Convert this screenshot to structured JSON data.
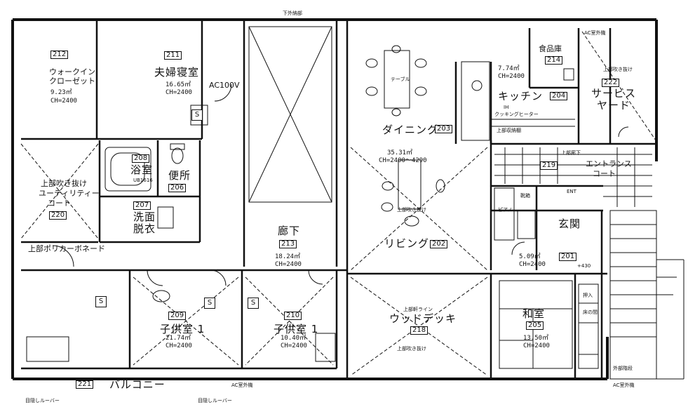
{
  "labels": {
    "top_wall": "下外納部",
    "r212_num": "212",
    "r212_name_1": "ウォークイン",
    "r212_name_2": "クローゼット",
    "r212_area": "9.23㎡",
    "r212_ch": "CH=2400",
    "r211_num": "211",
    "r211_name": "夫婦寝室",
    "r211_area": "16.65㎡",
    "r211_ch": "CH=2400",
    "ac_100v": "AC100V",
    "r208_num": "208",
    "r208_name": "浴室",
    "r208_sub": "UB1616",
    "r206_name": "便所",
    "r206_num": "206",
    "r220_name_1": "上部吹き抜け",
    "r220_name_2": "ユーティリティー",
    "r220_name_3": "コート",
    "r220_num": "220",
    "r207_num": "207",
    "r207_name_1": "洗面",
    "r207_name_2": "脱衣",
    "poly_roof": "上部ポリカーボネード",
    "r213_name": "廊下",
    "r213_num": "213",
    "r213_area": "18.24㎡",
    "r213_ch": "CH=2400",
    "table": "テーブル",
    "r203_name": "ダイニング",
    "r203_num": "203",
    "ldk_area": "35.31㎡",
    "ldk_ch": "CH=2400～4290",
    "void_above": "上部吹き抜け",
    "r202_name": "リビング",
    "r202_num": "202",
    "r204_area": "7.74㎡",
    "r204_ch": "CH=2400",
    "r204_name": "キッチン",
    "r204_num": "204",
    "ih": "IH",
    "cooking_heater": "クッキングヒーター",
    "upper_storage": "上部収納棚",
    "r214_name": "食品庫",
    "r214_num": "214",
    "r222_num": "222",
    "r222_name_1": "サービス",
    "r222_name_2": "ヤード",
    "ac_outdoor": "AC室外機",
    "r219_num": "219",
    "r219_name_1": "エントランス",
    "r219_name_2": "コート",
    "upper_hall": "上部廊下",
    "ent": "ENT",
    "shoe": "靴箱",
    "piano": "ピアノ",
    "r201_name": "玄関",
    "r201_num": "201",
    "r201_area": "5.09㎡",
    "r201_ch": "CH=2400",
    "r201_level": "+430",
    "r209_num": "209",
    "r209_name": "子供室 1",
    "r209_area": "21.74㎡",
    "r209_ch": "CH=2400",
    "r210_num": "210",
    "r210_name": "子供室 1",
    "r210_area": "10.40㎡",
    "r210_ch": "CH=2400",
    "r218_name": "ウッドデッキ",
    "r218_num": "218",
    "eave_line": "上部軒ライン",
    "r205_name": "和室",
    "r205_num": "205",
    "r205_area": "13.50㎡",
    "r205_ch": "CH=2400",
    "oshiire": "押入",
    "tokonoma": "床の間",
    "r221_num": "221",
    "r221_name": "バルコニー",
    "louver_left": "目隠しルーバー",
    "louver_right": "目隠しルーバー",
    "stair": "外部階段",
    "s": "S"
  }
}
